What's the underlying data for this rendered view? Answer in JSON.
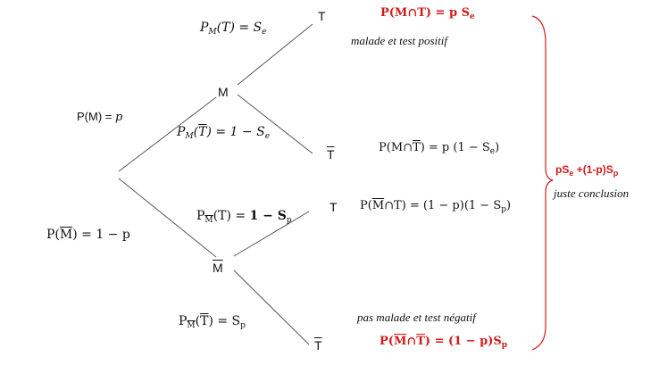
{
  "nodes": {
    "m": "M",
    "mbar": "M",
    "t_top": "T",
    "tbar_1": "T",
    "t_2": "T",
    "tbar_bottom": "T"
  },
  "branches": {
    "p_m": {
      "prefix": "P(M) = ",
      "var": "p"
    },
    "p_mbar": {
      "prefix": "P(",
      "bar": "M",
      "suffix": ") = 1 − p"
    },
    "pm_t": {
      "P": "P",
      "sub": "M",
      "open": "(",
      "arg": "T",
      "close": ") = ",
      "S": "S",
      "ssub": "e"
    },
    "pm_tbar": {
      "P": "P",
      "sub": "M",
      "open": "(",
      "arg": "T",
      "close": ") = 1 − ",
      "S": "S",
      "ssub": "e"
    },
    "pmbar_t": {
      "P": "P",
      "sub": "M",
      "open": "(T) = ",
      "rest": "1 − S",
      "ssub": "p"
    },
    "pmbar_tbar": {
      "P": "P",
      "sub": "M",
      "open": "(",
      "arg": "T",
      "close": ") = S",
      "ssub": "p"
    }
  },
  "results": {
    "r1": {
      "lead": "P(M∩T) = p S",
      "sub": "e"
    },
    "r2": {
      "lead": "P(M∩",
      "bar": "T",
      "tail": ") = p (1 − S",
      "sub": "e",
      "end": ")"
    },
    "r3": {
      "lead": "P(",
      "bar": "M",
      "mid": "∩T) = (1 − p)(1 −  S",
      "sub": "p",
      "end": ")"
    },
    "r4": {
      "lead": "P(",
      "bar1": "M",
      "mid": "∩",
      "bar2": "T",
      "tail": ") = (1 − p)S",
      "sub": "p"
    }
  },
  "notes": {
    "positive": "malade et test positif",
    "negative": "pas malade et test négatif",
    "conclusion": "juste conclusion"
  },
  "sum": {
    "a": "pS",
    "asub": "e",
    "b": " +(1-p)S",
    "bsub": "p"
  },
  "colors": {
    "line": "#555555",
    "red": "#d11a1a",
    "text": "#111111"
  }
}
